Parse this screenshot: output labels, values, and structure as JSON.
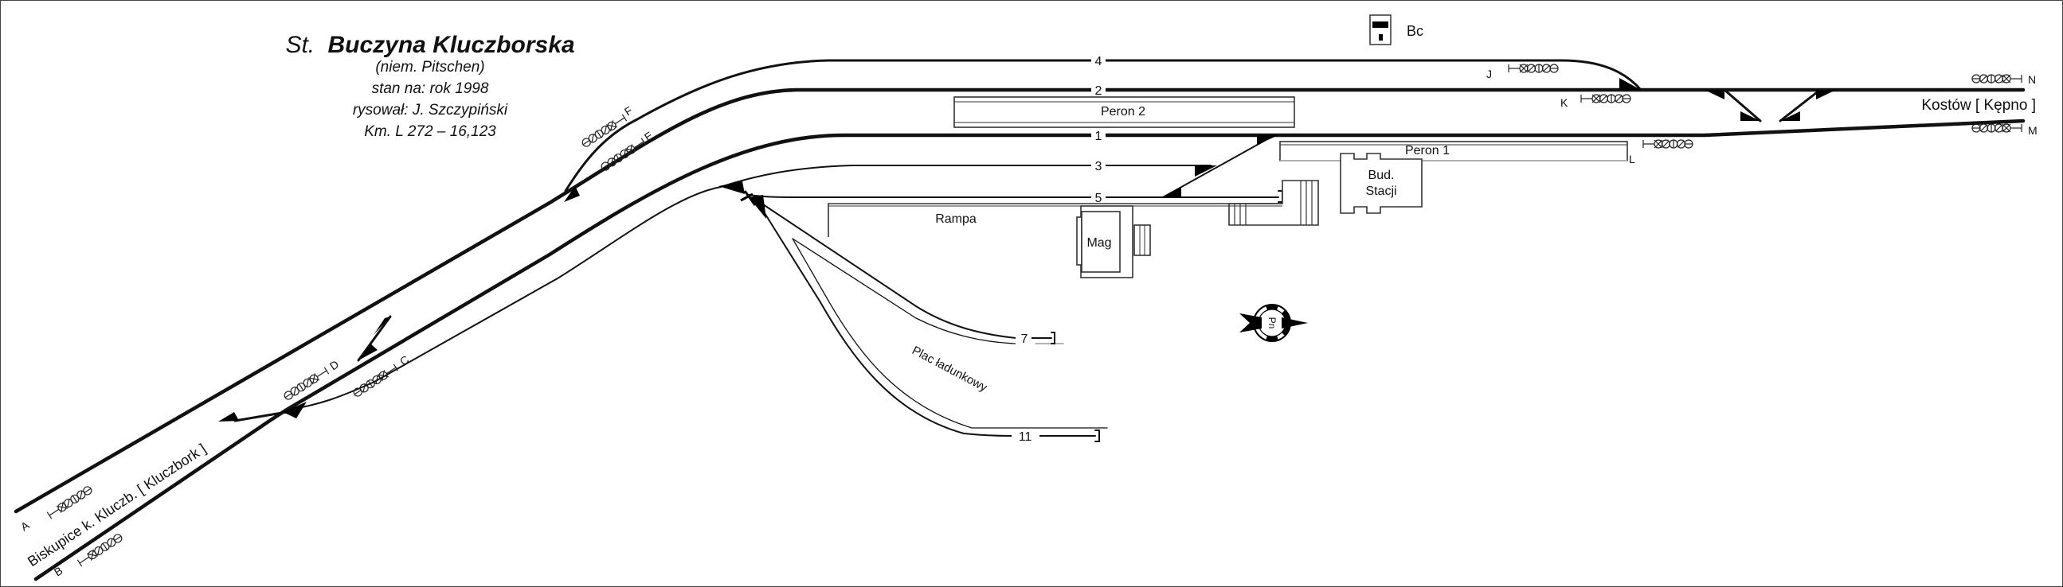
{
  "header": {
    "title_prefix": "St.",
    "title_name": "Buczyna Kluczborska",
    "subtitle_german": "(niem. Pitschen)",
    "state_date": "stan na: rok 1998",
    "author": "rysował: J. Szczypiński",
    "kilometer": "Km. L 272 – 16,123"
  },
  "legend": {
    "signal_box_label": "Bc"
  },
  "tracks": [
    {
      "number": "4"
    },
    {
      "number": "2"
    },
    {
      "number": "1"
    },
    {
      "number": "3"
    },
    {
      "number": "5"
    },
    {
      "number": "7"
    },
    {
      "number": "11"
    }
  ],
  "platforms": [
    {
      "name": "Peron 2"
    },
    {
      "name": "Peron 1"
    }
  ],
  "buildings": {
    "station": {
      "line1": "Bud.",
      "line2": "Stacji"
    },
    "warehouse": "Mag",
    "ramp": "Rampa",
    "loading_yard": "Plac ładunkowy"
  },
  "directions": {
    "east": "Kostów [ Kępno ]",
    "west": "Biskupice k. Kluczb. [ Kluczbork ]"
  },
  "signals": [
    {
      "id": "A"
    },
    {
      "id": "B"
    },
    {
      "id": "C"
    },
    {
      "id": "D"
    },
    {
      "id": "E"
    },
    {
      "id": "F"
    },
    {
      "id": "J"
    },
    {
      "id": "K"
    },
    {
      "id": "L"
    },
    {
      "id": "M"
    },
    {
      "id": "N"
    }
  ],
  "compass": {
    "label": "Pn"
  }
}
